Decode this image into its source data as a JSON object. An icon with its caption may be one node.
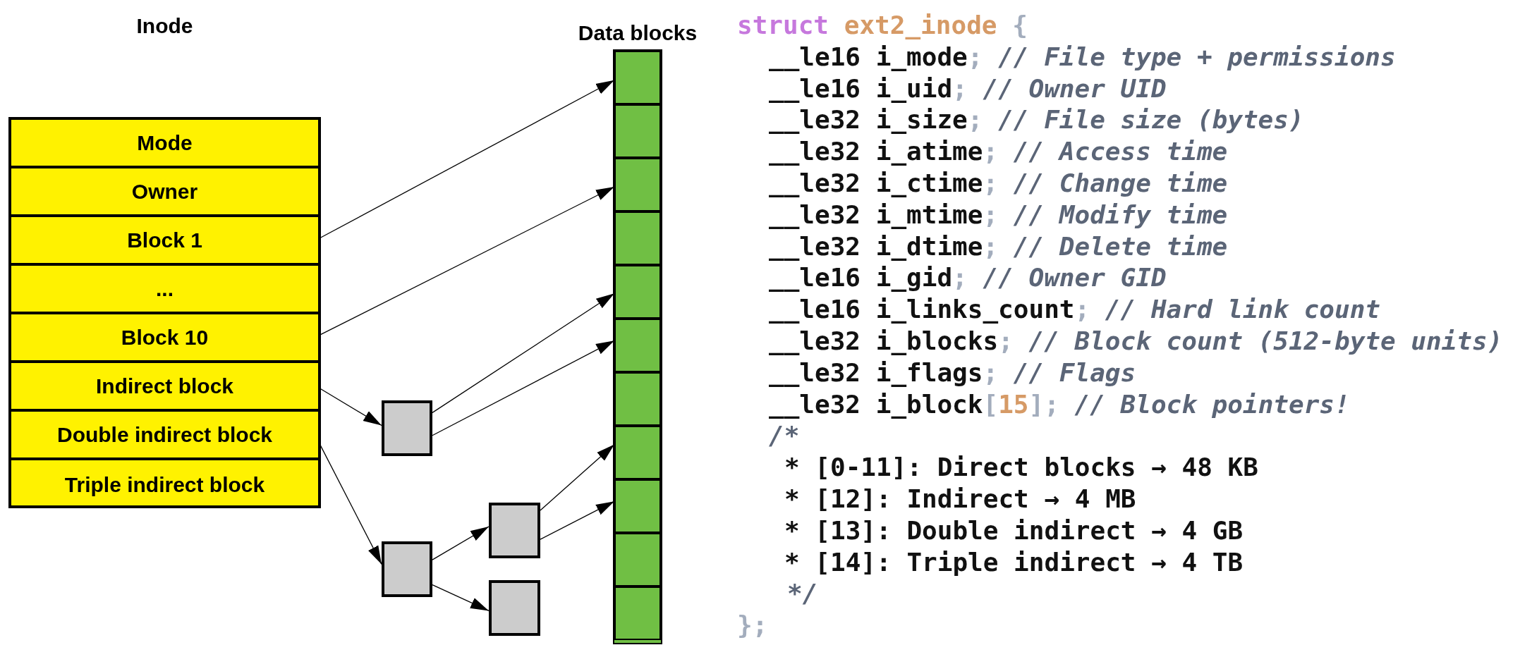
{
  "diagram": {
    "nodes": [
      {
        "text": [
          "Inode"
        ]
      },
      {
        "text": [
          "Mode"
        ],
        "in": 0
      },
      {
        "text": [
          "Owner"
        ],
        "in": 0
      },
      {
        "text": [
          "Block 1"
        ],
        "in": 0
      },
      {
        "text": [
          "..."
        ],
        "in": 0
      },
      {
        "text": [
          "Block 10"
        ],
        "in": 0
      },
      {
        "text": [
          "Indirect block"
        ],
        "in": 0
      },
      {
        "text": [
          "Double indirect block"
        ],
        "in": 0
      },
      {
        "text": [
          "Triple indirect block"
        ],
        "in": 0
      },
      {
        "text": [
          "Data blocks"
        ]
      },
      {
        "text": [],
        "shape": "box",
        "in": 9
      },
      {
        "text": [],
        "shape": "box",
        "in": 9
      },
      {
        "text": [],
        "shape": "box",
        "in": 9
      },
      {
        "text": [],
        "shape": "box",
        "in": 9
      },
      {
        "text": [],
        "shape": "box",
        "in": 9
      },
      {
        "text": [],
        "shape": "box",
        "in": 9
      },
      {
        "text": [],
        "shape": "box",
        "in": 9
      },
      {
        "text": [],
        "shape": "box",
        "in": 9
      },
      {
        "text": [],
        "shape": "box",
        "in": 9
      },
      {
        "text": [],
        "shape": "box",
        "in": 9
      },
      {
        "text": [],
        "shape": "box",
        "in": 9
      },
      {
        "text": [],
        "shape": "box"
      },
      {
        "text": [],
        "shape": "box"
      },
      {
        "text": [],
        "shape": "box"
      },
      {
        "text": [],
        "shape": "box"
      }
    ],
    "edges": [
      {
        "from": 3,
        "to": 10,
        "arrow": "to"
      },
      {
        "from": 5,
        "to": 12,
        "arrow": "to"
      },
      {
        "from": 6,
        "to": 21,
        "arrow": "to"
      },
      {
        "from": 7,
        "to": 22,
        "arrow": "to"
      },
      {
        "from": 21,
        "to": 14,
        "arrow": "to"
      },
      {
        "from": 21,
        "to": 15,
        "arrow": "to"
      },
      {
        "from": 22,
        "to": 23,
        "arrow": "to"
      },
      {
        "from": 22,
        "to": 24,
        "arrow": "to"
      },
      {
        "from": 23,
        "to": 17,
        "arrow": "to"
      },
      {
        "from": 23,
        "to": 18,
        "arrow": "to"
      }
    ],
    "labels": [
      "struct ext2_inode {",
      "__le16 i_mode; // File type + permissions",
      "__le16 i_uid; // Owner UID",
      "__le32 i_size; // File size (bytes)",
      "__le32 i_atime; // Access time",
      "__le32 i_ctime; // Change time",
      "__le32 i_mtime; // Modify time",
      "__le32 i_dtime; // Delete time",
      "__le16 i_gid; // Owner GID",
      "__le16 i_links_count; // Hard link count",
      "__le32 i_blocks; // Block count (512-byte units)",
      "__le32 i_flags; // Flags",
      "__le32 i_block[15]; // Block pointers!",
      "/*",
      "* [0-11]: Direct blocks → 48 KB",
      "* [12]: Indirect → 4 MB",
      "* [13]: Double indirect → 4 GB",
      "* [14]: Triple indirect → 4 TB",
      "*/",
      "};"
    ]
  }
}
